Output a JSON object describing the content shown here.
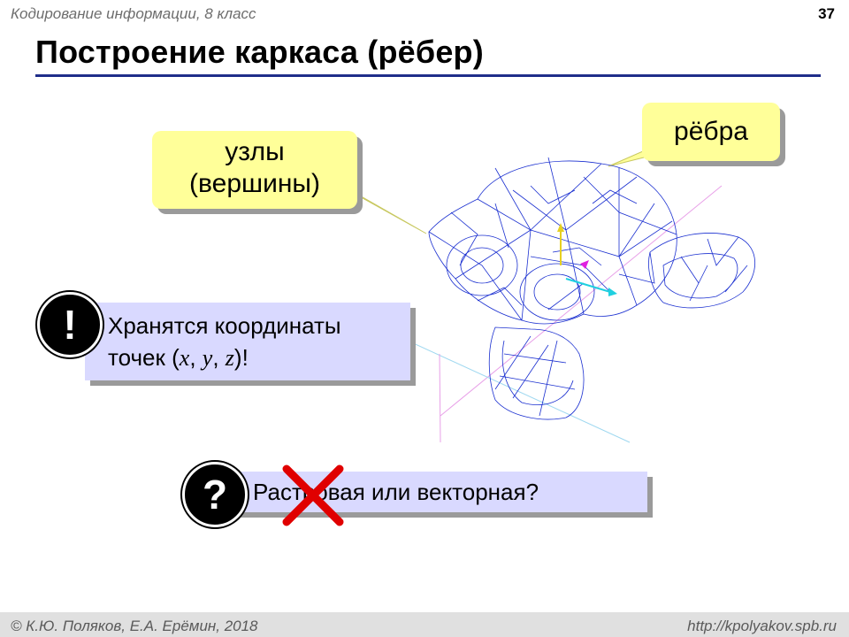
{
  "header": {
    "course": "Кодирование информации, 8 класс",
    "slide_number": "37",
    "title": "Построение каркаса (рёбер)"
  },
  "callouts": {
    "nodes_line1": "узлы",
    "nodes_line2": "(вершины)",
    "edges": "рёбра"
  },
  "notes": {
    "coords_line1": "Хранятся координаты",
    "coords_prefix": "точек (",
    "var_x": "x",
    "var_y": "y",
    "var_z": "z",
    "sep": ", ",
    "coords_suffix": ")!",
    "question": "Растровая или векторная?"
  },
  "badges": {
    "exclamation": "!",
    "question": "?"
  },
  "figure": {
    "icon": "wireframe-monkey-head-icon",
    "wire_color": "#1a2fd0",
    "crossed_out": "cross-icon"
  },
  "colors": {
    "callout_bg": "#ffff99",
    "note_bg": "#d9d9ff",
    "title_rule": "#1f2d8a",
    "cross": "#e00000"
  },
  "footer": {
    "authors": "© К.Ю. Поляков, Е.А. Ерёмин, 2018",
    "url": "http://kpolyakov.spb.ru"
  }
}
